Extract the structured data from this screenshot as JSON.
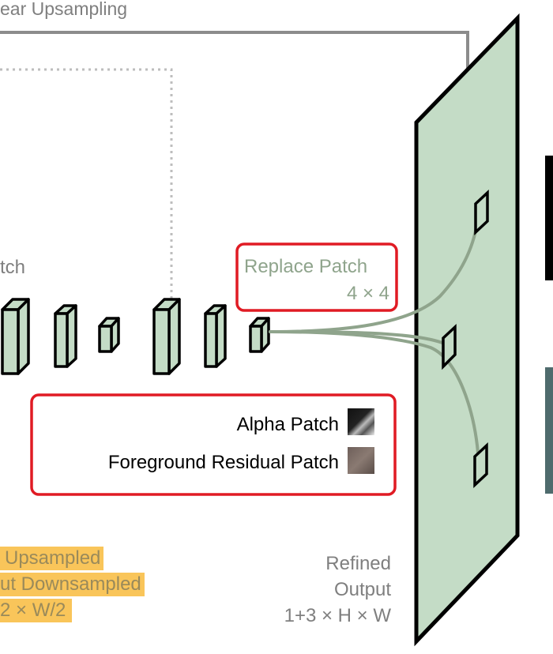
{
  "header": {
    "upsampling_label": "ear Upsampling"
  },
  "left_label": "tch",
  "replace_box": {
    "title": "Replace Patch",
    "size": "4 × 4"
  },
  "legend": {
    "alpha_label": "Alpha Patch",
    "residual_label": "Foreground Residual Patch"
  },
  "output": {
    "line1": "Refined",
    "line2": "Output",
    "line3": "1+3 × H × W"
  },
  "bottom_left": {
    "line1": "Upsampled",
    "line2": "ut Downsampled",
    "line3": "2 × W/2"
  },
  "colors": {
    "panel_fill": "#c4dcc6",
    "patch_fill": "#c4dcc6",
    "red_box": "#e01b24",
    "arrow": "#8fa48c",
    "highlight": "#f9c55a",
    "gray_line": "#8c8c8c"
  }
}
